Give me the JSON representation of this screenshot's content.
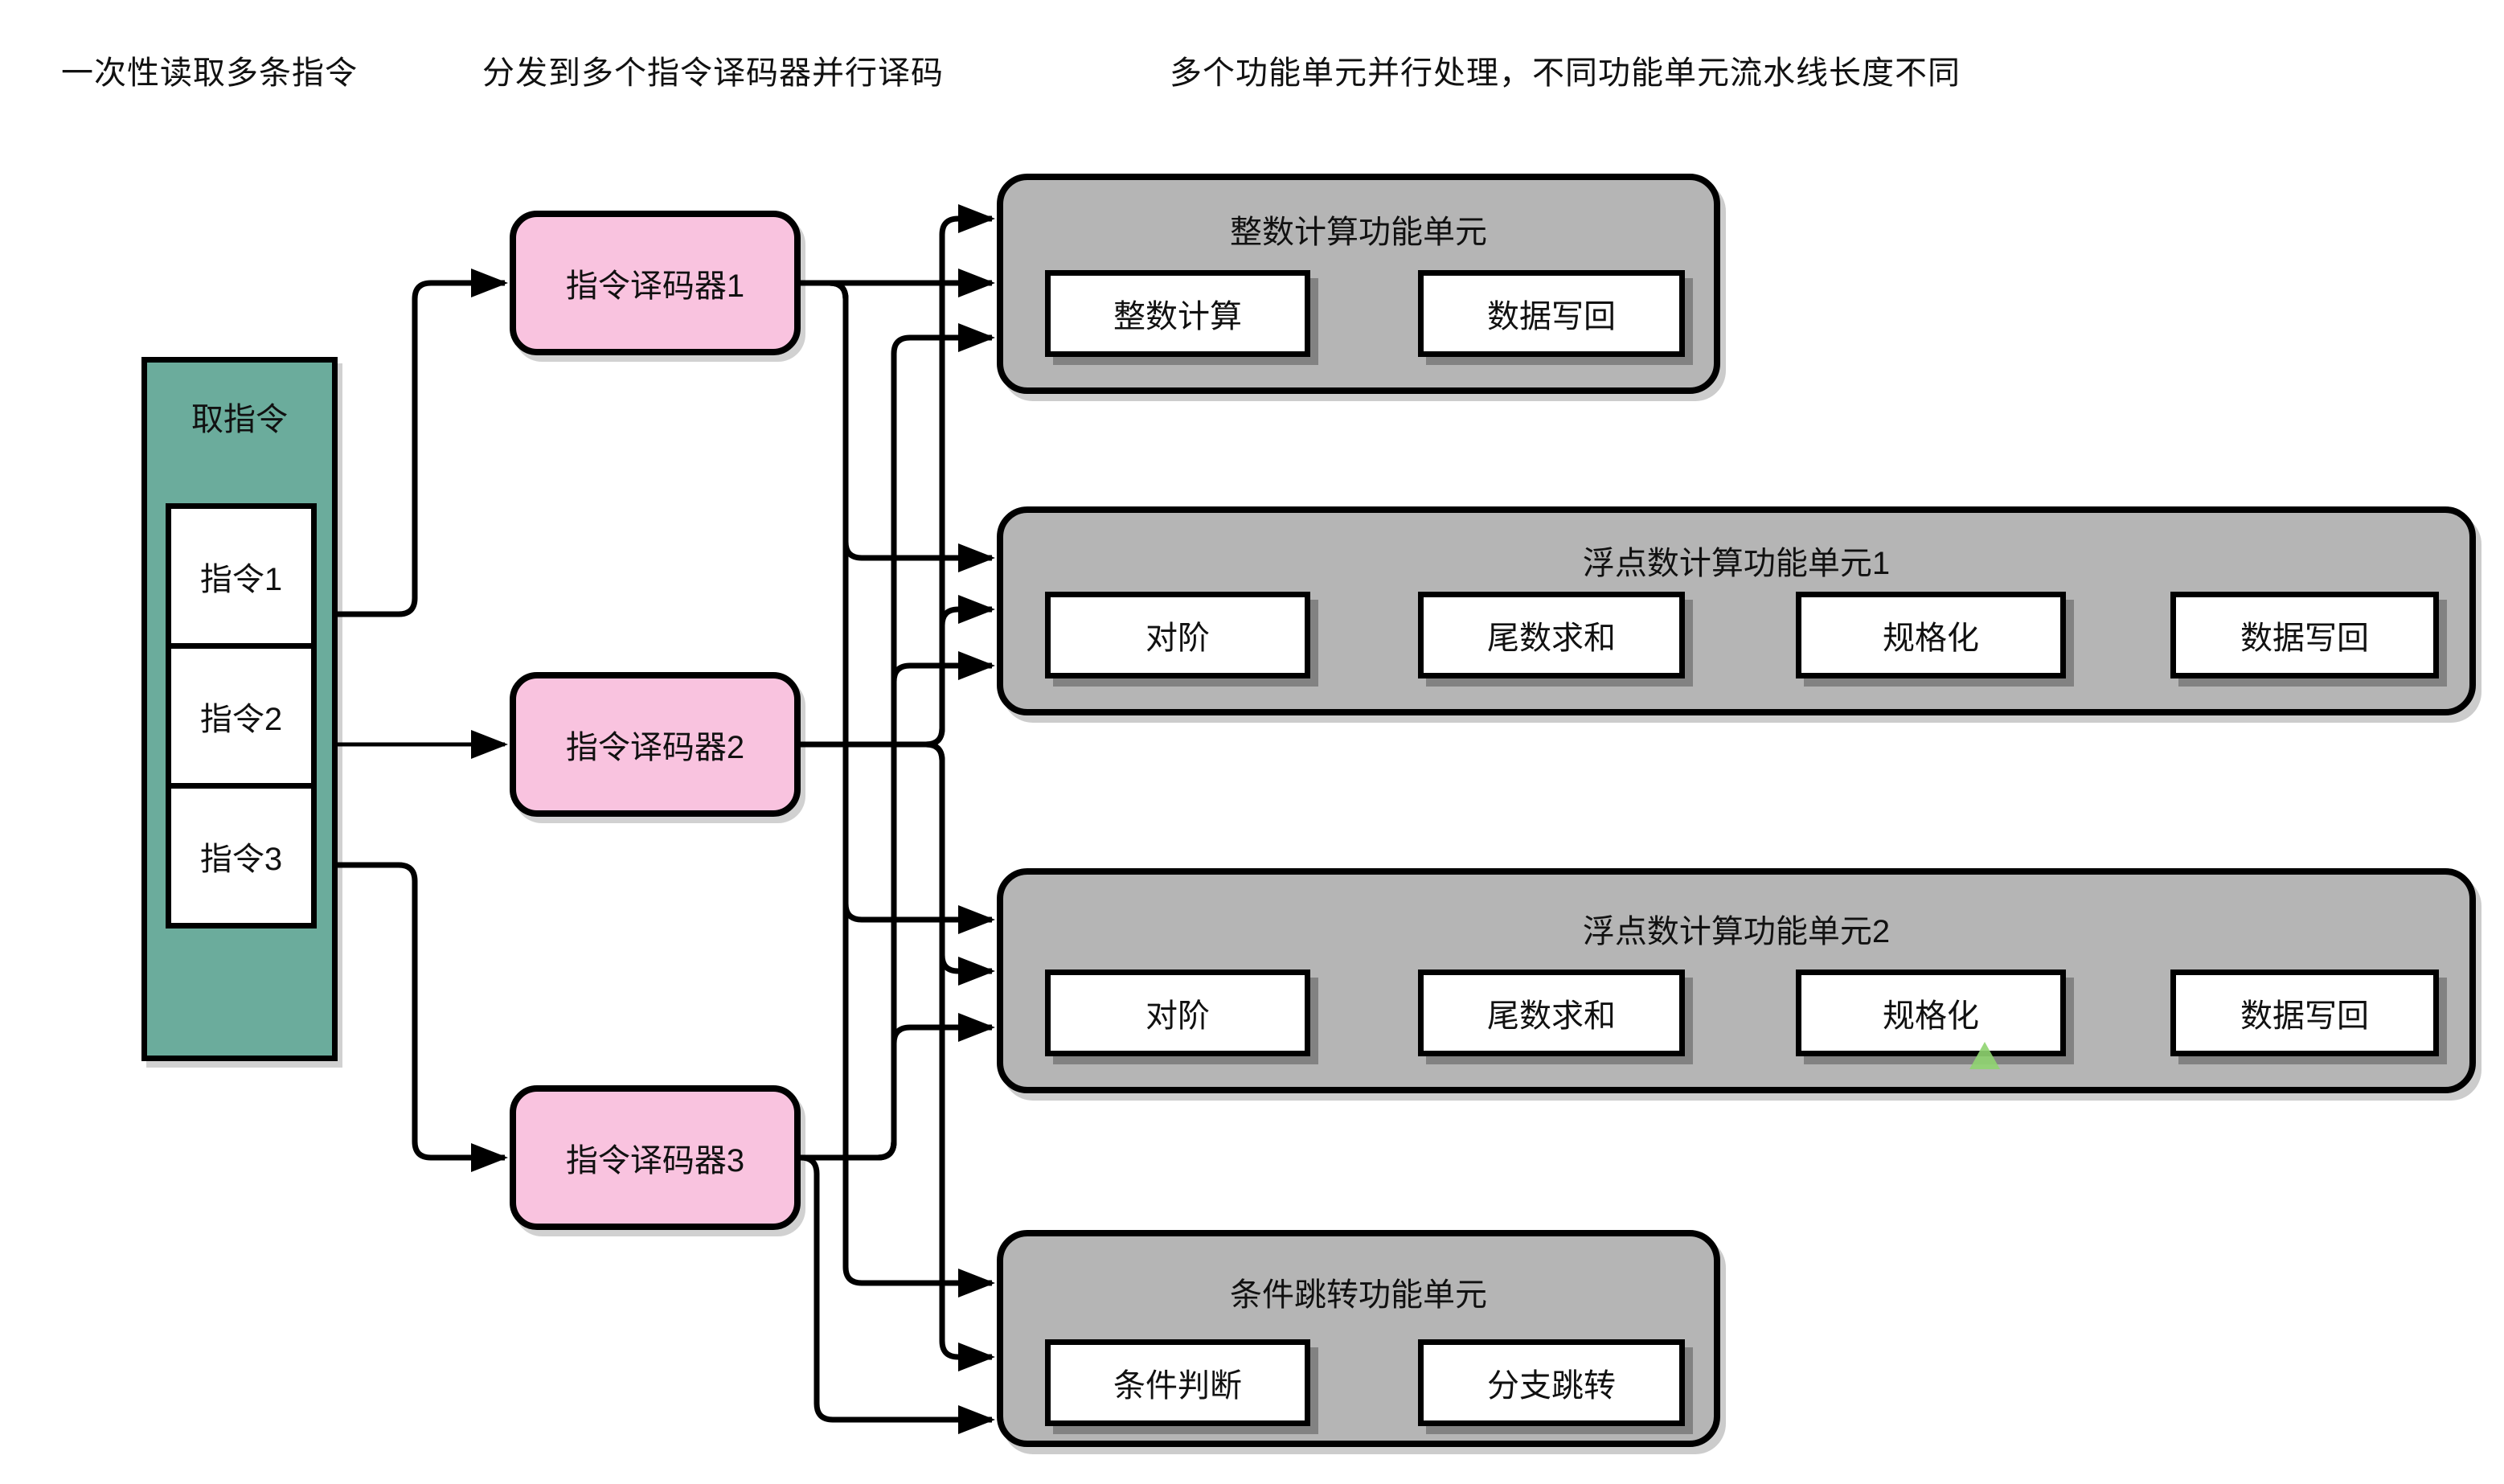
{
  "annotations": {
    "fetch": "一次性读取多条指令",
    "decode": "分发到多个指令译码器并行译码",
    "execute": "多个功能单元并行处理，不同功能单元流水线长度不同"
  },
  "fetch_unit": {
    "title": "取指令",
    "instructions": [
      "指令1",
      "指令2",
      "指令3"
    ]
  },
  "decoders": [
    "指令译码器1",
    "指令译码器2",
    "指令译码器3"
  ],
  "functional_units": [
    {
      "title": "整数计算功能单元",
      "stages": [
        "整数计算",
        "数据写回"
      ]
    },
    {
      "title": "浮点数计算功能单元1",
      "stages": [
        "对阶",
        "尾数求和",
        "规格化",
        "数据写回"
      ]
    },
    {
      "title": "浮点数计算功能单元2",
      "stages": [
        "对阶",
        "尾数求和",
        "规格化",
        "数据写回"
      ]
    },
    {
      "title": "条件跳转功能单元",
      "stages": [
        "条件判断",
        "分支跳转"
      ]
    }
  ],
  "colors": {
    "fetch_fill": "#6BAC9C",
    "decoder_fill": "#F9C3DF",
    "unit_fill": "#B5B5B5",
    "line": "#000000",
    "artifact_green": "#8FD470"
  }
}
